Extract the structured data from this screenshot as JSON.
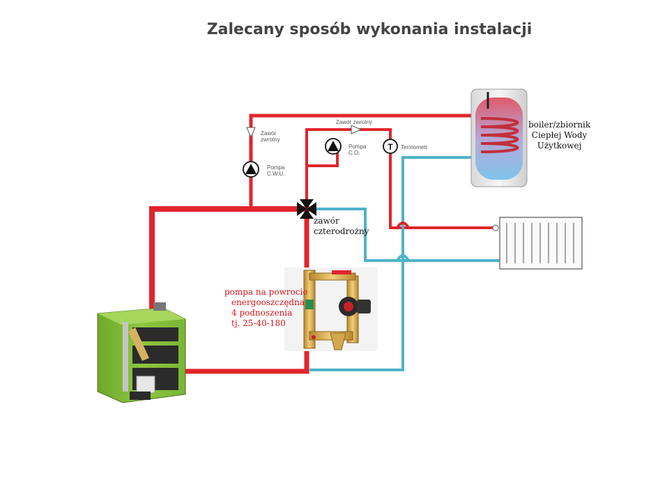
{
  "title": "Zalecany sposób wykonania instalacji",
  "labels": {
    "check_valve_dhw": [
      "Zawór",
      "zwrotny"
    ],
    "pump_dhw": [
      "Pompa",
      "C.W.U."
    ],
    "check_valve_ch": "Zawór zwrotny",
    "pump_ch": [
      "Pompa",
      "C.O."
    ],
    "thermometer": "Termometr",
    "boiler_tank": [
      "boiler/zbiornik",
      "Ciepłej Wody",
      "Użytkowej"
    ],
    "four_way_valve": [
      "zawór",
      "czterodrożny"
    ],
    "return_pump": [
      "pompa na powrocie",
      "energooszczędna",
      "4 podnoszenia",
      "tj. 25-40-180"
    ]
  },
  "colors": {
    "supply_pipe": "#e1252b",
    "return_pipe": "#4fb2c9",
    "boiler_body": "#8dc63f",
    "brass": "#d4a84a",
    "label_red": "#d8141c"
  },
  "icons": {
    "pump": "pump-icon",
    "thermometer": "thermometer-icon",
    "check_valve": "check-valve-icon",
    "four_way_valve": "four-way-valve-icon",
    "radiator": "radiator-icon",
    "tank": "hot-water-tank-icon",
    "boiler": "pellet-boiler-icon"
  }
}
